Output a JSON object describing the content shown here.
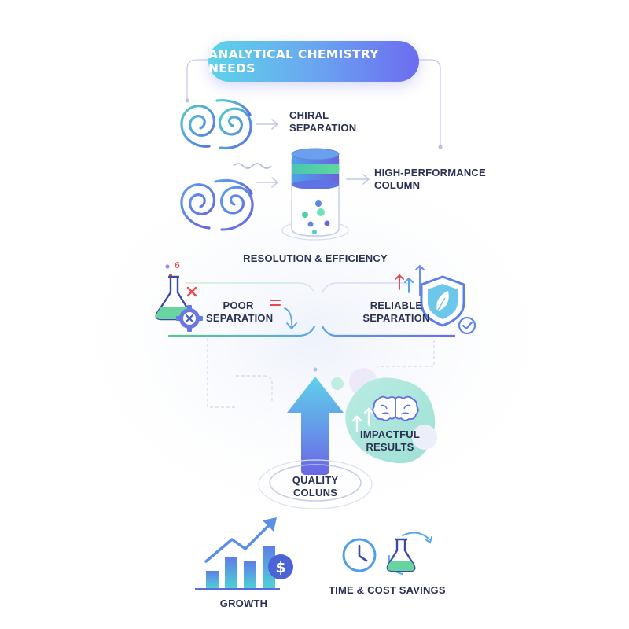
{
  "title": "ANALYTICAL CHEMISTRY NEEDS",
  "nodes": {
    "chiral_separation": [
      "CHIRAL",
      "SEPARATION"
    ],
    "high_performance_column": [
      "HIGH-PERFORMANCE",
      "COLUMN"
    ],
    "resolution_efficiency": "RESOLUTION & EFFICIENCY",
    "poor_separation": [
      "POOR",
      "SEPARATION"
    ],
    "reliable_separation": [
      "RELIABLE",
      "SEPARATION"
    ],
    "impactful_results": [
      "IMPACTFUL",
      "RESULTS"
    ],
    "quality_columns": [
      "QUALITY",
      "COLUNS"
    ],
    "growth": "GROWTH",
    "time_cost_savings": "TIME & COST SAVINGS"
  },
  "colors": {
    "teal": "#4fd0c6",
    "blue": "#5a86e8",
    "indigo": "#6a5fe0",
    "green": "#56c98a",
    "red": "#e5484d"
  },
  "icons": [
    "swirl-icon",
    "column-cylinder-icon",
    "flask-icon",
    "gear-x-icon",
    "shield-leaf-icon",
    "checkmark-icon",
    "brain-icon",
    "bar-chart-icon",
    "dollar-icon",
    "clock-icon",
    "flask-cycle-icon"
  ]
}
